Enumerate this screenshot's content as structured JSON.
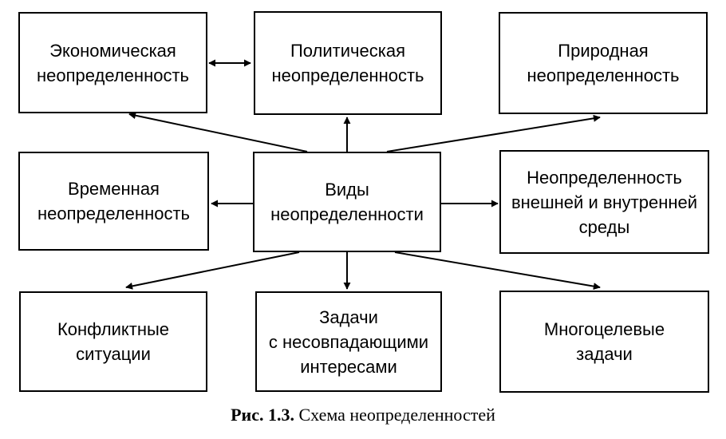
{
  "diagram": {
    "center": {
      "lines": [
        "Виды",
        "неопределенности"
      ]
    },
    "boxes": [
      {
        "id": "economic",
        "lines": [
          "Экономическая",
          "неопределенность"
        ]
      },
      {
        "id": "political",
        "lines": [
          "Политическая",
          "неопределенность"
        ]
      },
      {
        "id": "natural",
        "lines": [
          "Природная",
          "неопределенность"
        ]
      },
      {
        "id": "temporal",
        "lines": [
          "Временная",
          "неопределенность"
        ]
      },
      {
        "id": "env",
        "lines": [
          "Неопределенность",
          "внешней и внутренней",
          "среды"
        ]
      },
      {
        "id": "conflict",
        "lines": [
          "Конфликтные",
          "ситуации"
        ]
      },
      {
        "id": "tasks",
        "lines": [
          "Задачи",
          "с несовпадающими",
          "интересами"
        ]
      },
      {
        "id": "multigoal",
        "lines": [
          "Многоцелевые",
          "задачи"
        ]
      }
    ]
  },
  "caption": {
    "label": "Рис. 1.3.",
    "text": "Схема неопределенностей"
  }
}
